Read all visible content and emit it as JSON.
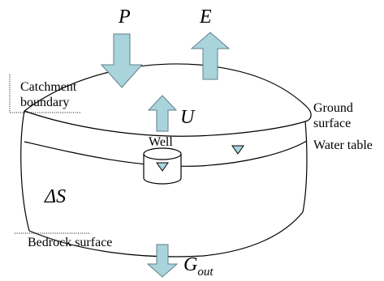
{
  "labels": {
    "precipitation": "P",
    "evaporation": "E",
    "upflux": "U",
    "storage": "ΔS",
    "outflow": "G",
    "outflow_sub": "out",
    "catchment_line1": "Catchment",
    "catchment_line2": "boundary",
    "ground_line1": "Ground",
    "ground_line2": "surface",
    "water_table": "Water table",
    "well": "Well",
    "bedrock": "Bedrock surface"
  },
  "colors": {
    "arrow_fill": "#a9d4dc",
    "arrow_stroke": "#5f7f86",
    "line": "#000000",
    "marker_fill": "#a9d4dc"
  }
}
